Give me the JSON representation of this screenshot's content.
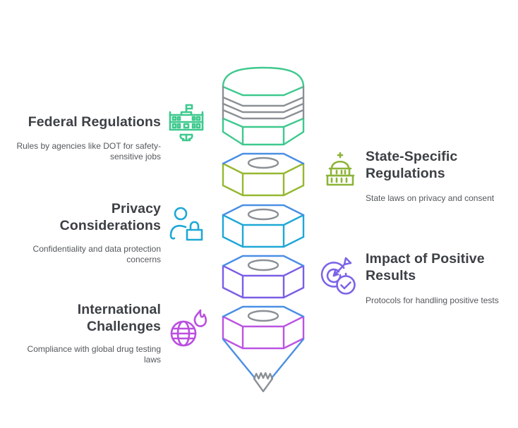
{
  "page": {
    "background": "#ffffff"
  },
  "colors": {
    "green": "#3ec98e",
    "olive": "#96b831",
    "cyan": "#1fa8d6",
    "blue": "#4a8fe4",
    "purple": "#7b5ee6",
    "magenta": "#bb55e2",
    "gray": "#8b9095",
    "title_text": "#3d4045",
    "subtitle_text": "#54585c"
  },
  "items": [
    {
      "id": "federal-regulations",
      "side": "left",
      "title": "Federal Regulations",
      "subtitle": "Rules by agencies like DOT for safety-\nsensitive jobs",
      "icon": "government-building-icon",
      "icon_color": "#3ec98e"
    },
    {
      "id": "state-specific-regulations",
      "side": "right",
      "title": "State-Specific\nRegulations",
      "subtitle": "State laws on privacy and consent",
      "icon": "capitol-building-icon",
      "icon_color": "#8db437"
    },
    {
      "id": "privacy-considerations",
      "side": "left",
      "title": "Privacy\nConsiderations",
      "subtitle": "Confidentiality and data protection\nconcerns",
      "icon": "person-lock-icon",
      "icon_color": "#1fa8d6"
    },
    {
      "id": "impact-of-positive-results",
      "side": "right",
      "title": "Impact of Positive\nResults",
      "subtitle": "Protocols for handling positive tests",
      "icon": "target-check-icon",
      "icon_color": "#7b64e8"
    },
    {
      "id": "international-challenges",
      "side": "left",
      "title": "International\nChallenges",
      "subtitle": "Compliance with global drug testing\nlaws",
      "icon": "globe-flame-icon",
      "icon_color": "#bb4fe0"
    }
  ],
  "funnel": {
    "layers": [
      {
        "name": "top-cap",
        "shape": "dome-cylinder",
        "color": "#3ec98e",
        "stripe_color": "#8b9095"
      },
      {
        "name": "layer-2",
        "shape": "hex-nut",
        "color": "#96b831",
        "top_edge_color": "#4a8fe4",
        "hole_color": "#8b9095"
      },
      {
        "name": "layer-3",
        "shape": "hex-nut",
        "color": "#1fa8d6",
        "top_edge_color": "#4a8fe4",
        "hole_color": "#8b9095"
      },
      {
        "name": "layer-4",
        "shape": "hex-nut",
        "color": "#7b5ee6",
        "top_edge_color": "#4a8fe4",
        "hole_color": "#8b9095"
      },
      {
        "name": "layer-5",
        "shape": "hex-nut",
        "color": "#bb55e2",
        "top_edge_color": "#4a8fe4",
        "hole_color": "#8b9095"
      }
    ],
    "cone_color": "#4a8fe4",
    "tip_color": "#8b9095"
  }
}
